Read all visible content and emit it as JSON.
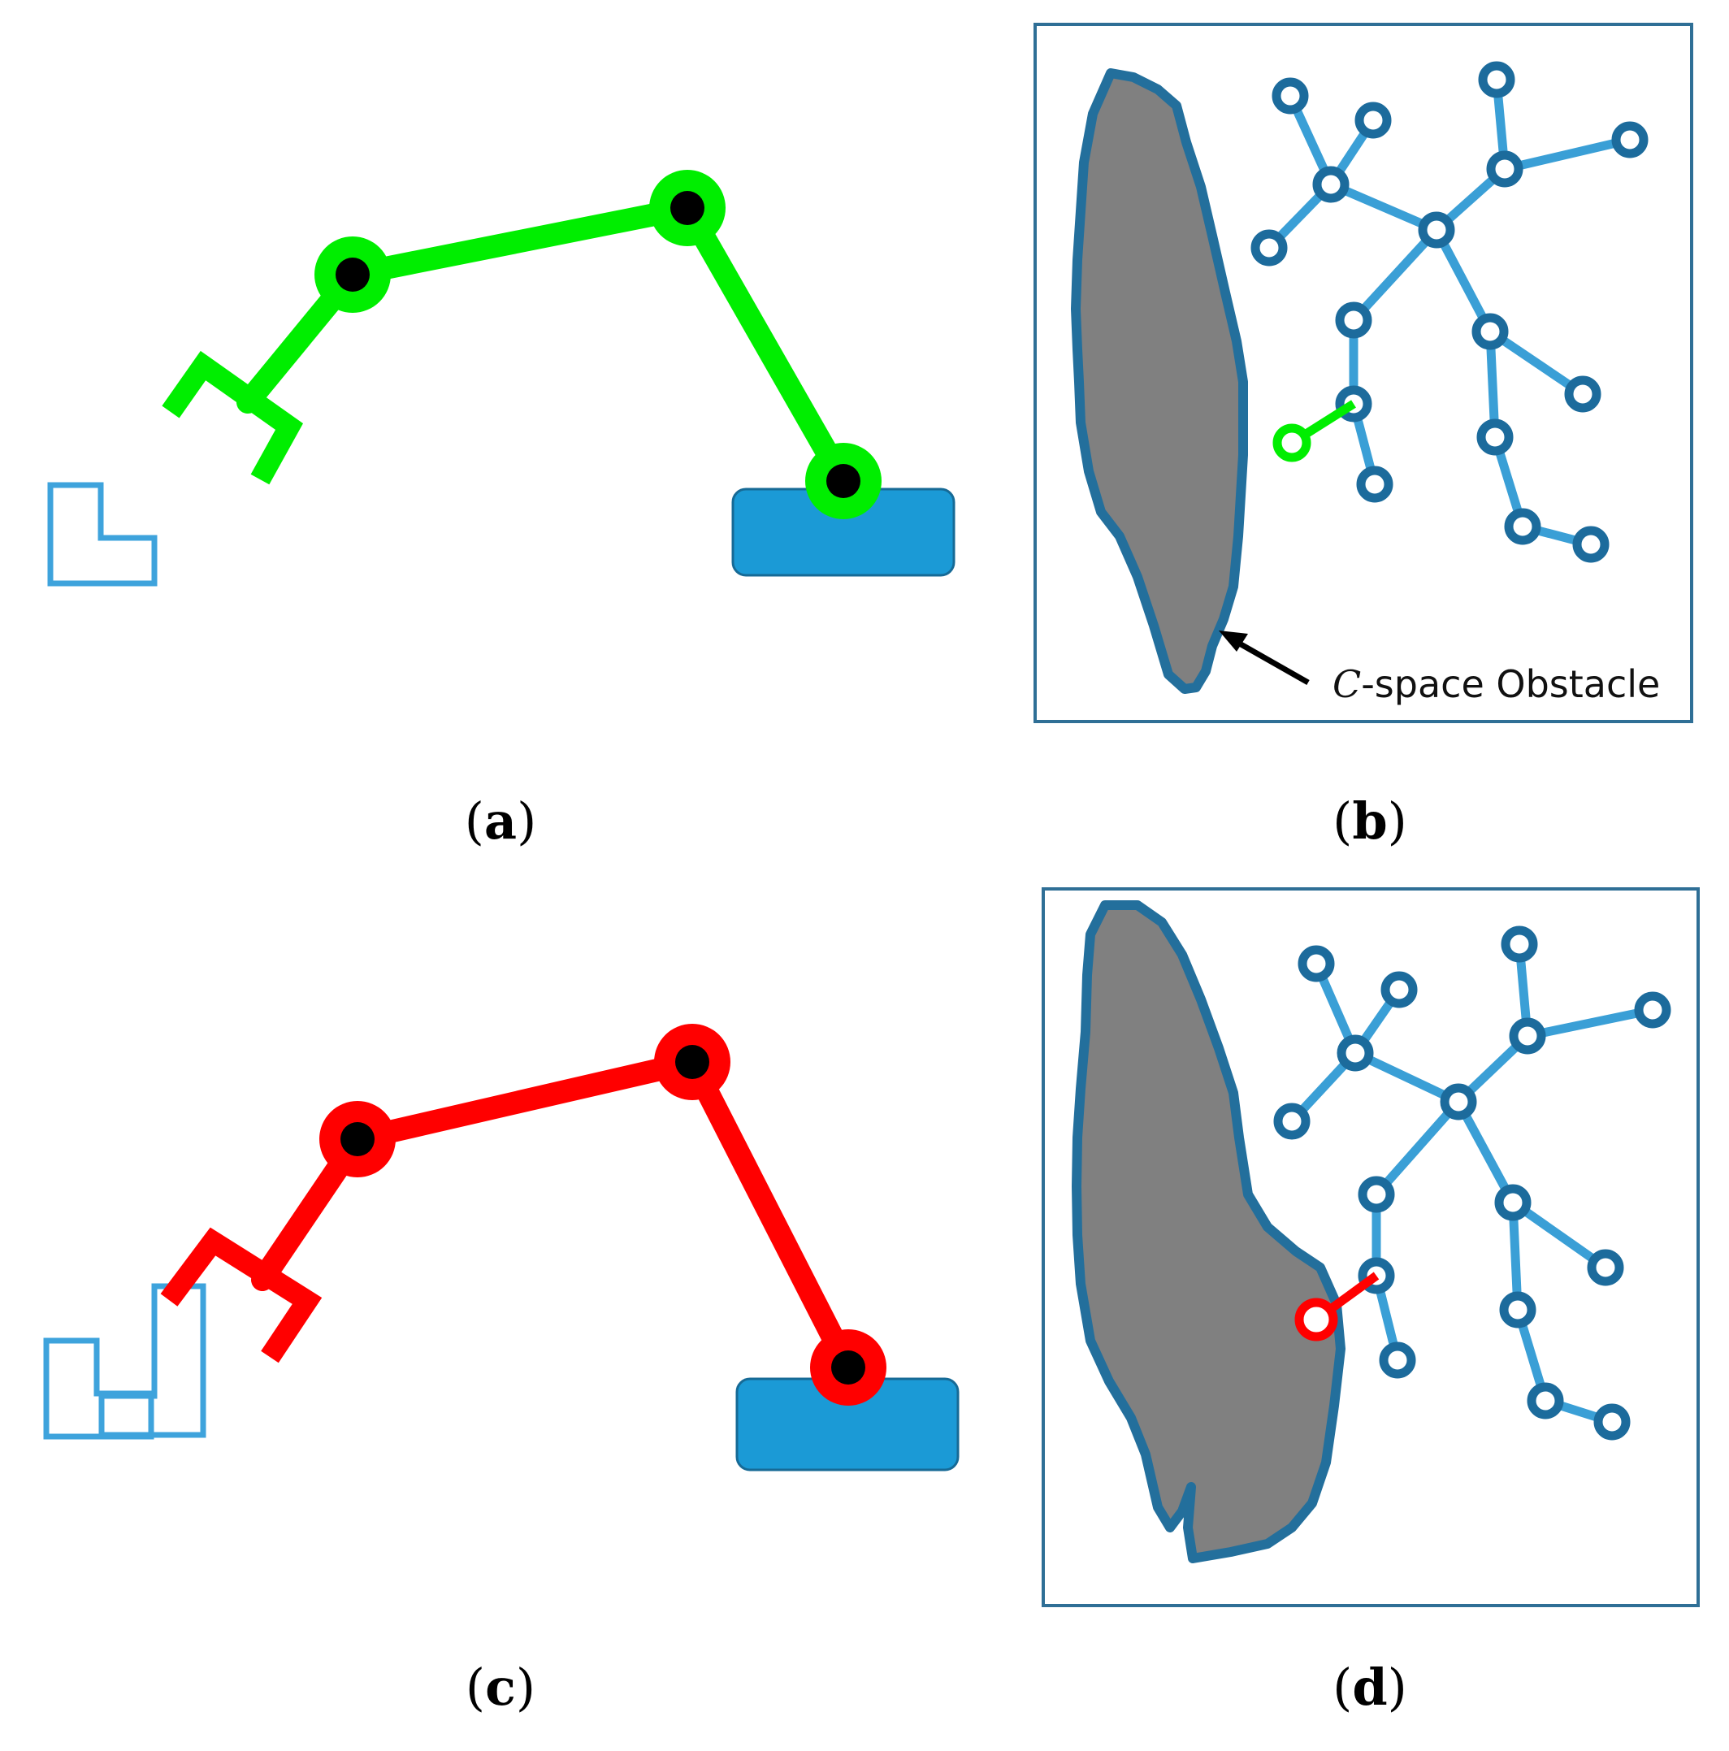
{
  "panels": {
    "a": {
      "caption_open": "(",
      "caption_letter": "a",
      "caption_close": ")",
      "arm_color": "#00ee00"
    },
    "b": {
      "caption_open": "(",
      "caption_letter": "b",
      "caption_close": ")",
      "new_node_color": "#00ee00",
      "annotation_prefix": "C",
      "annotation_suffix": "-space Obstacle"
    },
    "c": {
      "caption_open": "(",
      "caption_letter": "c",
      "caption_close": ")",
      "arm_color": "#ff0000"
    },
    "d": {
      "caption_open": "(",
      "caption_letter": "d",
      "caption_close": ")",
      "new_node_color": "#ff0000"
    }
  },
  "colors": {
    "base": "#1b9ad6",
    "base_stroke": "#166a96",
    "object_outline": "#3ea3dc",
    "tree_edge": "#3a9fd6",
    "tree_node": "#1c6b9c",
    "obstacle_fill": "#808080",
    "obstacle_stroke": "#236f9c",
    "frame": "#2f6f96",
    "joint": "#000000"
  }
}
